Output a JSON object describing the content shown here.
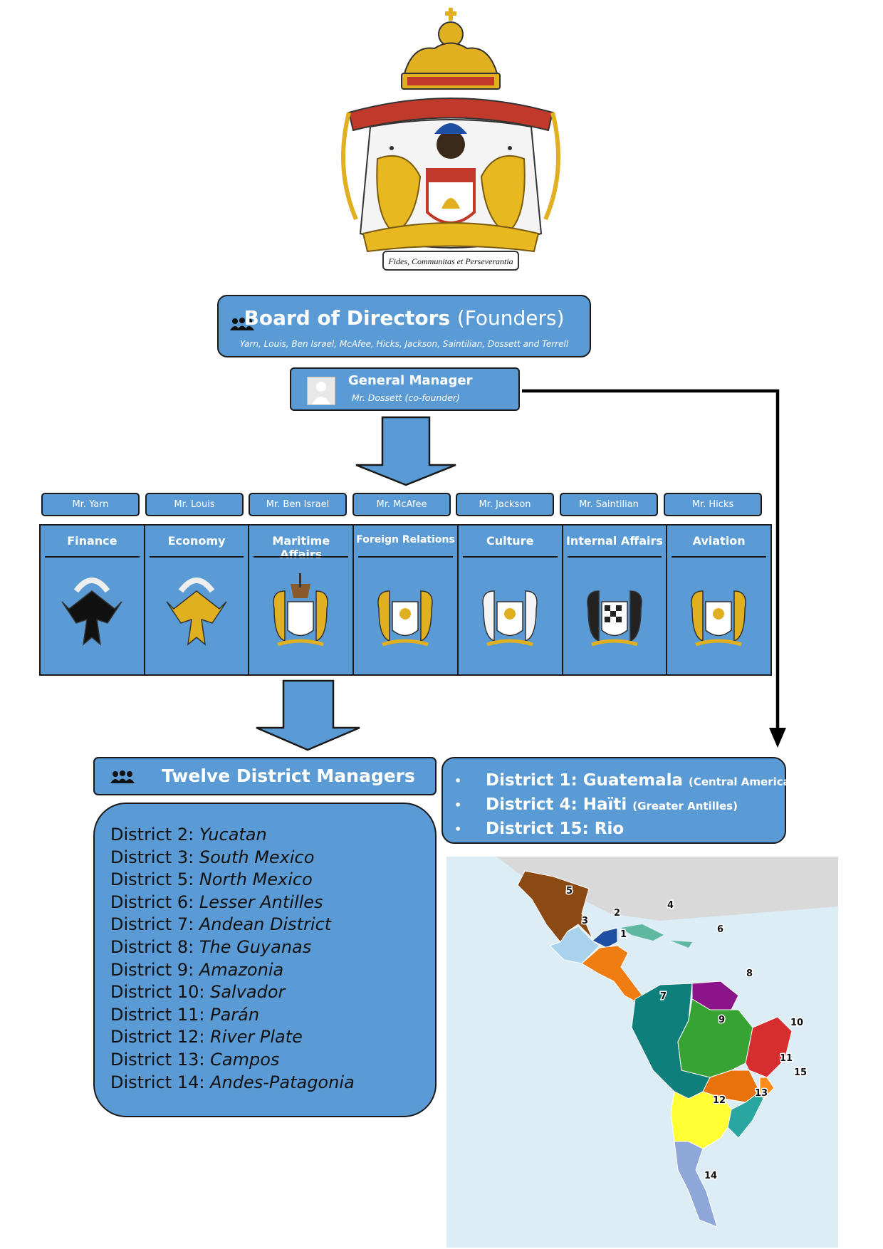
{
  "crest": {
    "motto": "Fides, Communitas et Perseverantia"
  },
  "board": {
    "title": "Board of Directors",
    "subtitle": "(Founders)",
    "members": "Yarn, Louis, Ben Israel, McAfee, Hicks, Jackson, Saintilian, Dossett and Terrell"
  },
  "general_manager": {
    "title": "General Manager",
    "name": "Mr. Dossett (co-founder)"
  },
  "departments": [
    {
      "manager": "Mr. Yarn",
      "name": "Finance",
      "emblem": "black-eagle-icon"
    },
    {
      "manager": "Mr. Louis",
      "name": "Economy",
      "emblem": "gold-eagle-icon"
    },
    {
      "manager": "Mr. Ben Israel",
      "name": "Maritime Affairs",
      "emblem": "ship-crest-icon"
    },
    {
      "manager": "Mr. McAfee",
      "name": "Foreign Relations",
      "emblem": "lions-crest-icon"
    },
    {
      "manager": "Mr. Jackson",
      "name": "Culture",
      "emblem": "unicorns-crest-icon"
    },
    {
      "manager": "Mr. Saintilian",
      "name": "Internal Affairs",
      "emblem": "chequy-crest-icon"
    },
    {
      "manager": "Mr. Hicks",
      "name": "Aviation",
      "emblem": "dragon-crest-icon"
    }
  ],
  "district_managers": {
    "title": "Twelve District Managers",
    "items": [
      {
        "label": "District 2:",
        "name": "Yucatan"
      },
      {
        "label": "District 3:",
        "name": "South Mexico"
      },
      {
        "label": "District 5:",
        "name": "North Mexico"
      },
      {
        "label": "District 6:",
        "name": "Lesser Antilles"
      },
      {
        "label": "District 7:",
        "name": "Andean District"
      },
      {
        "label": "District 8:",
        "name": "The Guyanas"
      },
      {
        "label": "District 9:",
        "name": "Amazonia"
      },
      {
        "label": "District 10:",
        "name": "Salvador"
      },
      {
        "label": "District 11:",
        "name": "Parán"
      },
      {
        "label": "District 12:",
        "name": "River Plate"
      },
      {
        "label": "District 13:",
        "name": "Campos"
      },
      {
        "label": "District 14:",
        "name": "Andes-Patagonia"
      }
    ]
  },
  "direct_districts": [
    {
      "bullet": "•",
      "name": "District 1: Guatemala",
      "region": "(Central America)"
    },
    {
      "bullet": "•",
      "name": "District 4: Haïti",
      "region": "(Greater Antilles)"
    },
    {
      "bullet": "•",
      "name": "District 15: Rio",
      "region": ""
    }
  ],
  "map": {
    "labels": [
      "5",
      "4",
      "2",
      "3",
      "1",
      "6",
      "8",
      "7",
      "9",
      "10",
      "11",
      "15",
      "13",
      "12",
      "14"
    ],
    "colors": {
      "north_mexico": "#8b4a14",
      "yucatan": "#1f4fa0",
      "south_mexico": "#a9d3ec",
      "guatemala": "#f07d12",
      "antilles": "#5fb8a0",
      "andean": "#0e7f7a",
      "guyanas": "#8a1489",
      "amazonia": "#36a332",
      "salvador": "#d62e2e",
      "paran": "#e8730c",
      "rio": "#ff8c1a",
      "campos": "#2aa6a0",
      "river_plate": "#ffff33",
      "patagonia": "#8fa6d9",
      "land": "#d9d9d9",
      "sea": "#dcedf6"
    }
  },
  "colors": {
    "box": "#5b9bd5",
    "border": "#1a1a1a"
  }
}
